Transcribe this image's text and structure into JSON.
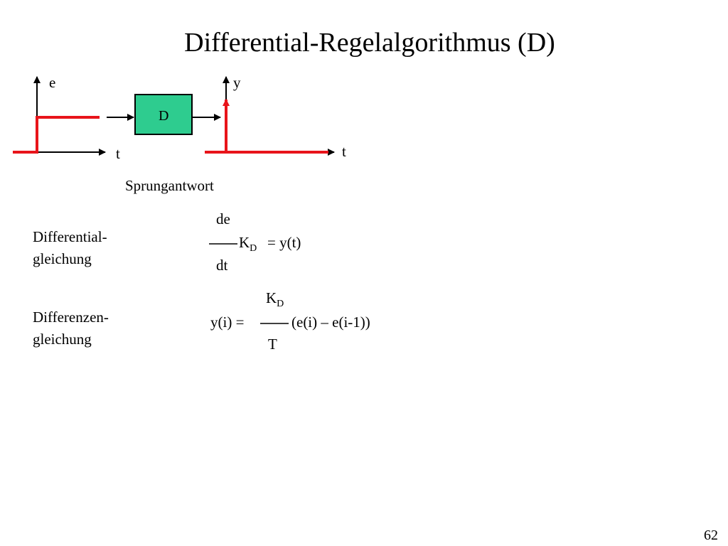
{
  "slide": {
    "title": "Differential-Regelalgorithmus (D)",
    "page_number": "62"
  },
  "diagram": {
    "input_axis_label": "e",
    "input_time_label": "t",
    "block_label": "D",
    "output_axis_label": "y",
    "output_time_label": "t",
    "caption": "Sprungantwort",
    "colors": {
      "signal": "#e8141a",
      "block_fill": "#2ecc8f",
      "axis": "#000000"
    }
  },
  "equations": {
    "differential": {
      "label_line1": "Differential-",
      "label_line2": "gleichung",
      "numerator": "de",
      "denominator": "dt",
      "factor": "K",
      "factor_sub": "D",
      "rhs": "= y(t)"
    },
    "difference": {
      "label_line1": "Differenzen-",
      "label_line2": "gleichung",
      "lhs": "y(i) =",
      "numerator": "K",
      "numerator_sub": "D",
      "denominator": "T",
      "rhs": "(e(i) – e(i-1))"
    }
  }
}
